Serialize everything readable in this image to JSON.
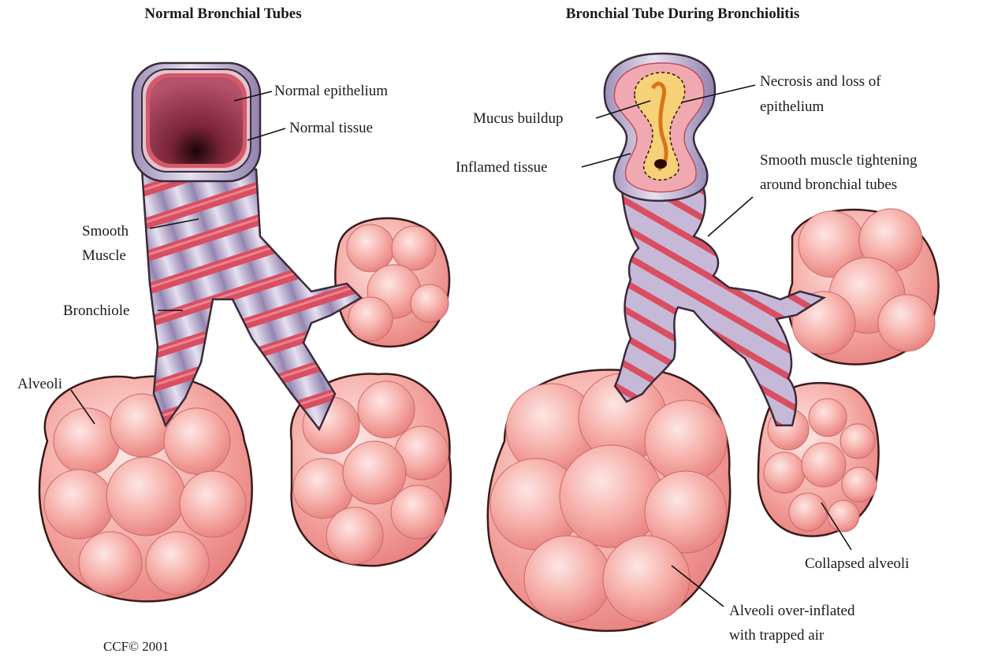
{
  "left_panel": {
    "title": "Normal Bronchial Tubes",
    "labels": {
      "normal_epithelium": "Normal epithelium",
      "normal_tissue": "Normal tissue",
      "smooth_line1": "Smooth",
      "smooth_line2": "Muscle",
      "bronchiole": "Bronchiole",
      "alveoli": "Alveoli"
    }
  },
  "right_panel": {
    "title": "Bronchial Tube During Bronchiolitis",
    "labels": {
      "necrosis_line1": "Necrosis and loss of",
      "necrosis_line2": "epithelium",
      "mucus": "Mucus buildup",
      "inflamed": "Inflamed tissue",
      "smooth_tight_line1": "Smooth muscle tightening",
      "smooth_tight_line2": "around bronchial tubes",
      "collapsed": "Collapsed alveoli",
      "overinflated_line1": "Alveoli over-inflated",
      "overinflated_line2": "with trapped air"
    }
  },
  "copyright": "CCF© 2001",
  "colors": {
    "alveoli_fill": "#f4a3a0",
    "alveoli_highlight": "#fde3e0",
    "alveoli_stroke": "#3a1a1a",
    "tube_lavender": "#c9bcd9",
    "tube_band_red": "#d8485a",
    "lumen": "#b14a62",
    "mucus": "#f4c542"
  }
}
